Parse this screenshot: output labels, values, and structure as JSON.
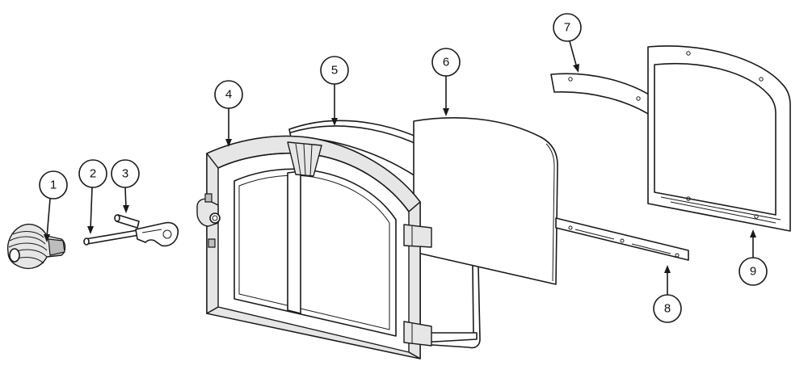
{
  "diagram": {
    "callouts": [
      {
        "label": "1"
      },
      {
        "label": "2"
      },
      {
        "label": "3"
      },
      {
        "label": "4"
      },
      {
        "label": "5"
      },
      {
        "label": "6"
      },
      {
        "label": "7"
      },
      {
        "label": "8"
      },
      {
        "label": "9"
      }
    ]
  }
}
